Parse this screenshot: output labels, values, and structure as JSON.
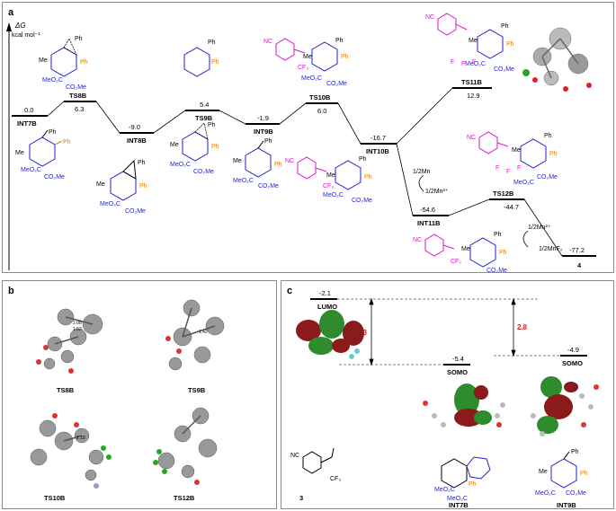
{
  "panel_a": {
    "letter": "a",
    "yaxis_title": "ΔG",
    "yaxis_unit": "kcal mol⁻¹",
    "levels": [
      {
        "id": "INT7B",
        "label": "INT7B",
        "value": "0.0"
      },
      {
        "id": "TS8B",
        "label": "TS8B",
        "value": "6.3"
      },
      {
        "id": "INT8B",
        "label": "INT8B",
        "value": "-9.0"
      },
      {
        "id": "TS9B",
        "label": "TS9B",
        "value": "5.4"
      },
      {
        "id": "INT9B",
        "label": "INT9B",
        "value": "-1.9"
      },
      {
        "id": "TS10B",
        "label": "TS10B",
        "value": "6.0"
      },
      {
        "id": "INT10B",
        "label": "INT10B",
        "value": "-16.7"
      },
      {
        "id": "TS11B",
        "label": "TS11B",
        "value": "12.9"
      },
      {
        "id": "INT11B",
        "label": "INT11B",
        "value": "-54.6"
      },
      {
        "id": "TS12B",
        "label": "TS12B",
        "value": "-44.7"
      },
      {
        "id": "P4",
        "label": "4",
        "value": "-77.2"
      }
    ],
    "reagents": {
      "mn_in": "1/2Mn",
      "mn2_out": "1/2Mn²⁺",
      "mn2_in": "1/2Mn²⁺",
      "mnf2_out": "1/2MnF₂"
    },
    "struct_text": {
      "ph": "Ph",
      "me": "Me",
      "co2me": "CO₂Me",
      "meo2c": "MeO₂C",
      "cf3": "CF₃",
      "cf2": "CF₂",
      "nc": "NC",
      "f": "F"
    }
  },
  "panel_b": {
    "letter": "b",
    "structures": [
      {
        "label": "TS8B",
        "dist1": "2.08",
        "dist2": "1.52"
      },
      {
        "label": "TS9B",
        "dist1": "1.42"
      },
      {
        "label": "TS10B",
        "dist1": "2.18"
      },
      {
        "label": "TS12B"
      }
    ]
  },
  "panel_c": {
    "letter": "c",
    "lumo_value": "-2.1",
    "lumo_label": "LUMO",
    "somo1_value": "-5.4",
    "somo1_label": "SOMO",
    "somo2_value": "-4.9",
    "somo2_label": "SOMO",
    "gap1": "3.3",
    "gap2": "2.8",
    "compound3": "3",
    "int7b": "INT7B",
    "int9b": "INT9B"
  },
  "colors": {
    "blue": "#1f1fd0",
    "orange": "#e07a10",
    "magenta": "#e010d0",
    "red": "#e02020"
  }
}
